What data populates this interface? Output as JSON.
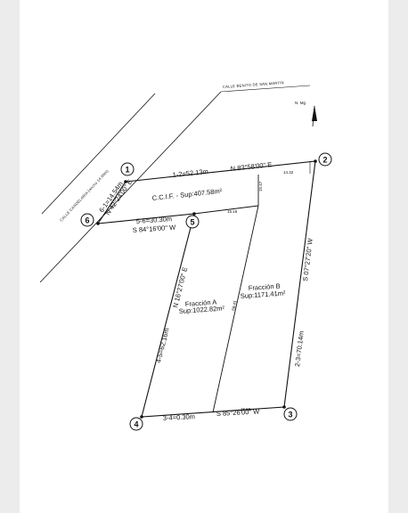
{
  "streets": {
    "candelaria": "CALLE CANDELARIA (ancho 14.00m)",
    "benito": "CALLE BENITO DE SAN MARTIN"
  },
  "north": "N. Mg",
  "nodes": [
    "1",
    "2",
    "3",
    "4",
    "5",
    "6"
  ],
  "labels": {
    "edge_1_2_len": "1-2=52.13m",
    "edge_1_2_bearing": "N 83°58'00\" E",
    "edge_6_1_len": "6-1=14.54m",
    "edge_6_1_bearing": "N 42°24'00\" E",
    "edge_5_6_len": "5-6=30.30m",
    "edge_5_6_bearing": "S 84°16'00\" W",
    "edge_4_5_len": "4-5=62.16m",
    "edge_4_5_bearing": "N 16°27'00\" E",
    "edge_3_4_len": "3-4=0.30m",
    "edge_3_4_bearing": "S 85°26'00\" W",
    "edge_2_3_len": "2-3=70.14m",
    "edge_2_3_bearing": "S 07°27'20\" W",
    "ccif": "C.C.I.F. - Sup:407.58m²",
    "fraccion_a_name": "Fracción A",
    "fraccion_a_area": "Sup:1022.82m²",
    "fraccion_b_name": "Fracción B",
    "fraccion_b_area": "Sup:1171.41m²",
    "small_1432": "14.32",
    "small_1516": "15.16",
    "small_1547": "15.47",
    "small_6843": "68.43",
    "small_1558": "15.58"
  }
}
